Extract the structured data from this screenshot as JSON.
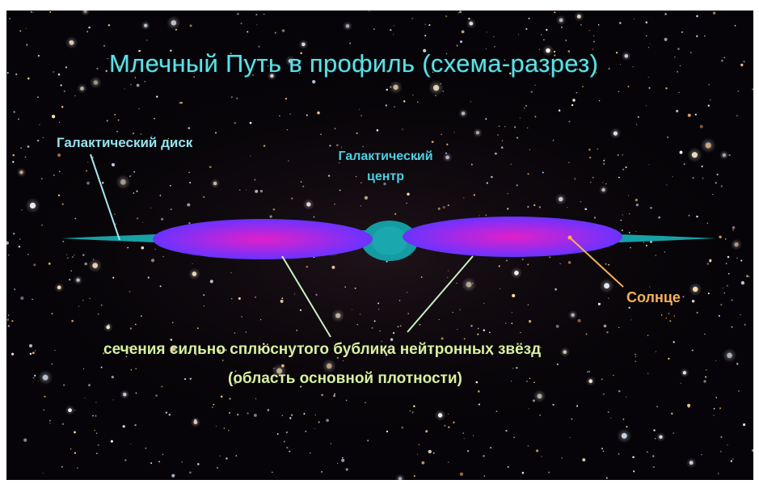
{
  "title": "Млечный Путь в профиль (схема-разрез)",
  "labels": {
    "galactic_disk": "Галактический диск",
    "galactic_center_line1": "Галактический",
    "galactic_center_line2": "центр",
    "sun": "Солнце",
    "cross_section_line1": "сечения сильно сплюснутого бублика нейтронных звёзд",
    "cross_section_line2": "(область основной плотности)"
  },
  "colors": {
    "title": "#5fe0e6",
    "disk_teal": "#1aa3a8",
    "torus_purple": "#6a33ff",
    "torus_magenta": "#e020c8",
    "pointer_green": "#c8f0c0",
    "sun_orange": "#f7b056"
  }
}
